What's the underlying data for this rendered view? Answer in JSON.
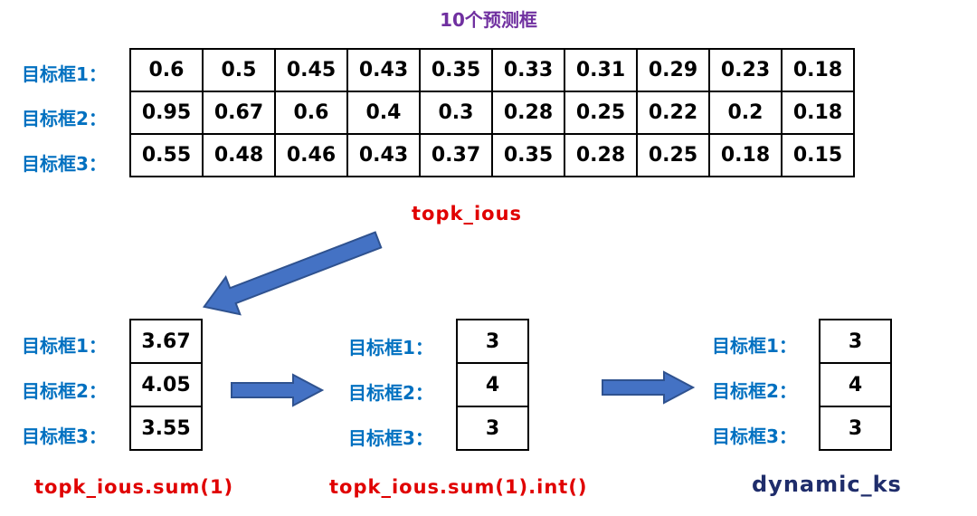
{
  "title": "10个预测框",
  "row_labels": [
    "目标框1：",
    "目标框2：",
    "目标框3："
  ],
  "topk_table": [
    [
      "0.6",
      "0.5",
      "0.45",
      "0.43",
      "0.35",
      "0.33",
      "0.31",
      "0.29",
      "0.23",
      "0.18"
    ],
    [
      "0.95",
      "0.67",
      "0.6",
      "0.4",
      "0.3",
      "0.28",
      "0.25",
      "0.22",
      "0.2",
      "0.18"
    ],
    [
      "0.55",
      "0.48",
      "0.46",
      "0.43",
      "0.37",
      "0.35",
      "0.28",
      "0.25",
      "0.18",
      "0.15"
    ]
  ],
  "topk_label": "topk_ious",
  "sum_values": [
    "3.67",
    "4.05",
    "3.55"
  ],
  "sum_label": "topk_ious.sum(1)",
  "int_values": [
    "3",
    "4",
    "3"
  ],
  "int_label": "topk_ious.sum(1).int()",
  "dynamic_values": [
    "3",
    "4",
    "3"
  ],
  "dynamic_label": "dynamic_ks",
  "colors": {
    "title": "#7030a0",
    "row_label": "#0070c0",
    "code_label": "#e00000",
    "dynamic_label": "#1f2d6b",
    "arrow_fill": "#4472c4",
    "arrow_stroke": "#2f528f"
  }
}
